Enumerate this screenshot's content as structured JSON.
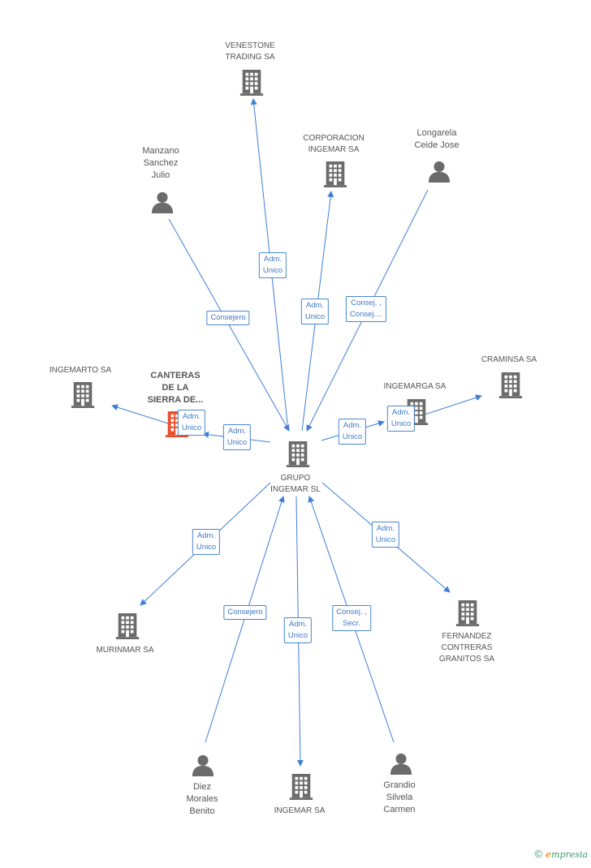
{
  "center": {
    "id": "grupo",
    "label": "GRUPO\nINGEMAR SL"
  },
  "nodes": [
    {
      "id": "grupo",
      "label": "GRUPO\nINGEMAR SL",
      "kind": "company",
      "icon": "building-icon"
    },
    {
      "id": "venestone",
      "label": "VENESTONE\nTRADING SA",
      "kind": "company",
      "icon": "building-icon"
    },
    {
      "id": "corporacion",
      "label": "CORPORACION\nINGEMAR SA",
      "kind": "company",
      "icon": "building-icon"
    },
    {
      "id": "longarela",
      "label": "Longarela\nCeide Jose",
      "kind": "person",
      "icon": "person-icon"
    },
    {
      "id": "manzano",
      "label": "Manzano\nSanchez\nJulio",
      "kind": "person",
      "icon": "person-icon"
    },
    {
      "id": "ingemarto",
      "label": "INGEMARTO SA",
      "kind": "company",
      "icon": "building-icon"
    },
    {
      "id": "canteras",
      "label": "CANTERAS\nDE LA\nSIERRA DE...",
      "kind": "focus",
      "icon": "building-icon",
      "color": "#e8502a"
    },
    {
      "id": "ingemarga",
      "label": "INGEMARGA SA",
      "kind": "company",
      "icon": "building-icon"
    },
    {
      "id": "craminsa",
      "label": "CRAMINSA SA",
      "kind": "company",
      "icon": "building-icon"
    },
    {
      "id": "murinmar",
      "label": "MURINMAR SA",
      "kind": "company",
      "icon": "building-icon"
    },
    {
      "id": "fernandez",
      "label": "FERNANDEZ\nCONTRERAS\nGRANITOS SA",
      "kind": "company",
      "icon": "building-icon"
    },
    {
      "id": "diez",
      "label": "Diez\nMorales\nBenito",
      "kind": "person",
      "icon": "person-icon"
    },
    {
      "id": "ingemar",
      "label": "INGEMAR SA",
      "kind": "company",
      "icon": "building-icon"
    },
    {
      "id": "grandio",
      "label": "Grandio\nSilvela\nCarmen",
      "kind": "person",
      "icon": "person-icon"
    }
  ],
  "edges": [
    {
      "from": "grupo",
      "to": "venestone",
      "label": "Adm.\nUnico"
    },
    {
      "from": "grupo",
      "to": "corporacion",
      "label": "Adm.\nUnico"
    },
    {
      "from": "longarela",
      "to": "grupo",
      "label": "Consej. ,\nConsej...."
    },
    {
      "from": "manzano",
      "to": "grupo",
      "label": "Consejero"
    },
    {
      "from": "canteras",
      "to": "ingemarto",
      "label": "Adm.\nUnico"
    },
    {
      "from": "grupo",
      "to": "canteras",
      "label": "Adm.\nUnico"
    },
    {
      "from": "grupo",
      "to": "ingemarga",
      "label": "Adm.\nUnico"
    },
    {
      "from": "ingemarga",
      "to": "craminsa",
      "label": "Adm.\nUnico"
    },
    {
      "from": "grupo",
      "to": "murinmar",
      "label": "Adm.\nUnico"
    },
    {
      "from": "grupo",
      "to": "fernandez",
      "label": "Adm.\nUnico"
    },
    {
      "from": "diez",
      "to": "grupo",
      "label": "Consejero"
    },
    {
      "from": "grupo",
      "to": "ingemar",
      "label": "Adm.\nUnico"
    },
    {
      "from": "grandio",
      "to": "grupo",
      "label": "Consej. ,\nSecr."
    }
  ],
  "colors": {
    "edge": "#3f7fd6",
    "icon": "#6b6b6b",
    "focus": "#e8502a"
  },
  "footer": {
    "copyright": "©",
    "brand_initial": "e",
    "brand_rest": "mpresia"
  }
}
